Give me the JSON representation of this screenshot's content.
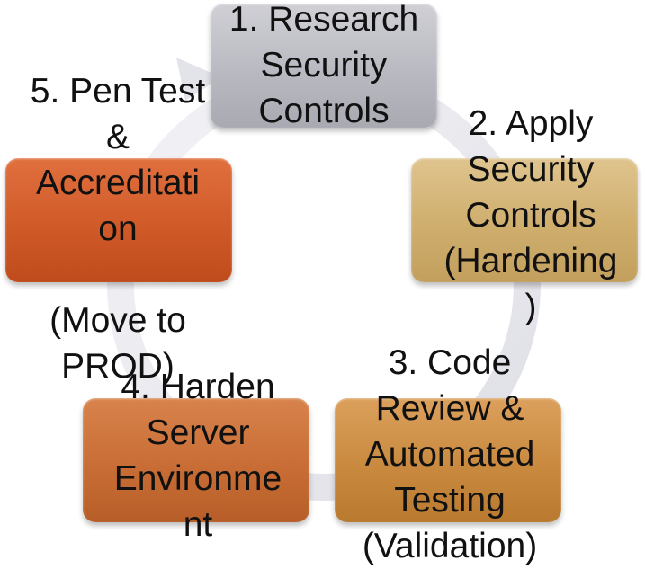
{
  "diagram": {
    "steps": [
      {
        "number": 1,
        "text": "1. Research\nSecurity\nControls",
        "color": "#b9b9c1"
      },
      {
        "number": 2,
        "text": "2. Apply\nSecurity\nControls\n(Hardening\n)",
        "color": "#cfae6d"
      },
      {
        "number": 3,
        "text": "3. Code\nReview &\nAutomated\nTesting\n(Validation)",
        "color": "#c98a3f"
      },
      {
        "number": 4,
        "text": "4. Harden\nServer\nEnvironme\nnt",
        "color": "#c86d35"
      },
      {
        "number": 5,
        "text": "5. Pen Test\n&\nAccreditati\non\n\n(Move to\nPROD)",
        "color": "#d05a28"
      }
    ],
    "cycle_direction": "clockwise",
    "arrow_color": "#e3e3ea"
  }
}
